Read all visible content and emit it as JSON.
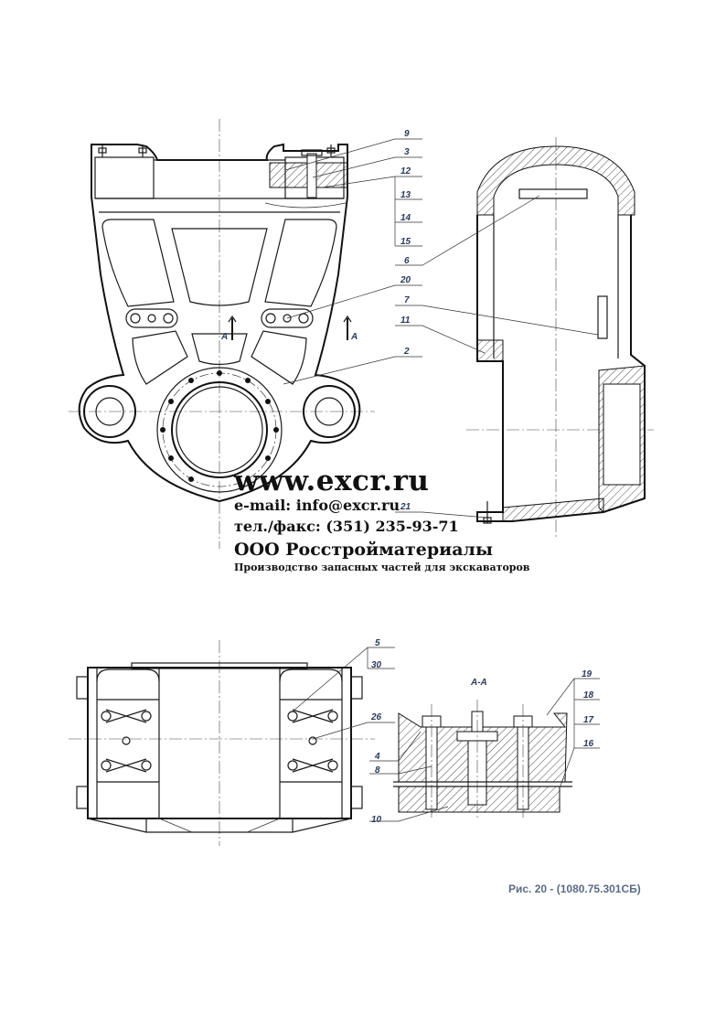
{
  "callouts": {
    "top_front": [
      "9",
      "3",
      "12",
      "13",
      "14",
      "15",
      "6",
      "20",
      "7",
      "11",
      "2",
      "21"
    ],
    "section_mark": "A",
    "bottom": [
      "5",
      "30",
      "26",
      "4",
      "8",
      "10",
      "19",
      "18",
      "17",
      "16"
    ],
    "section_title": "A-A"
  },
  "watermark": {
    "site": "www.excr.ru",
    "email": "e-mail: info@excr.ru",
    "phone": "тел./факс: (351) 235-93-71",
    "company": "ООО Росстройматериалы",
    "tagline": "Производство запасных частей для экскаваторов"
  },
  "caption": "Рис. 20 - (1080.75.301СБ)"
}
